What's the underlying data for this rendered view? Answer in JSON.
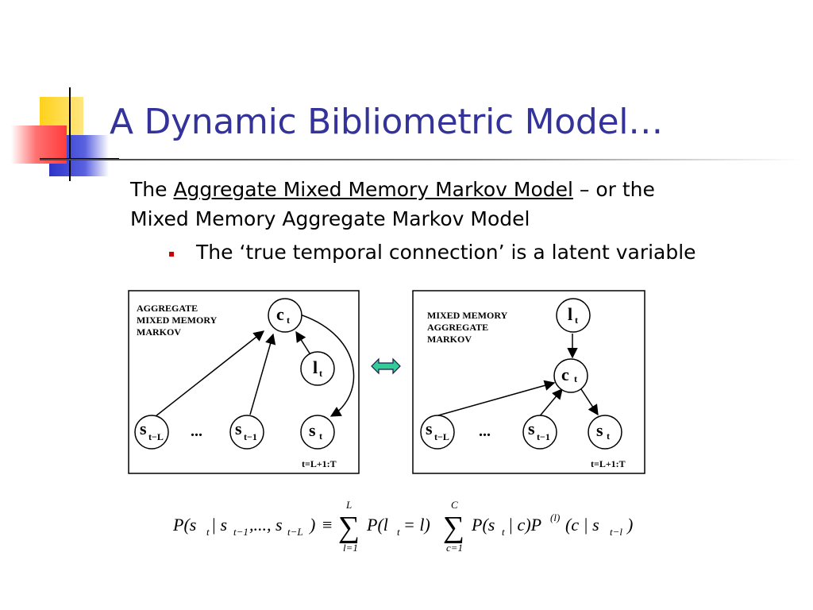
{
  "slide": {
    "title": "A Dynamic Bibliometric Model…",
    "intro_prefix": "The ",
    "intro_link": "Aggregate Mixed Memory Markov Model",
    "intro_suffix": " – or the",
    "intro_line2": "Mixed Memory Aggregate Markov Model",
    "bullet": "The ‘true temporal connection’ is a latent variable"
  },
  "left_diagram": {
    "label": [
      "AGGREGATE",
      "MIXED MEMORY",
      "MARKOV"
    ],
    "node_c": "c",
    "node_c_sub": "t",
    "node_l": "l",
    "node_l_sub": "t",
    "node_s1": "s",
    "node_s1_sub": "t−L",
    "node_s2": "s",
    "node_s2_sub": "t−1",
    "node_s3": "s",
    "node_s3_sub": "t",
    "ellipsis": "...",
    "range": "t=L+1:T"
  },
  "right_diagram": {
    "label": [
      "MIXED MEMORY",
      "AGGREGATE",
      "MARKOV"
    ],
    "node_l": "l",
    "node_l_sub": "t",
    "node_c": "c",
    "node_c_sub": "t",
    "node_s1": "s",
    "node_s1_sub": "t−L",
    "node_s2": "s",
    "node_s2_sub": "t−1",
    "node_s3": "s",
    "node_s3_sub": "t",
    "ellipsis": "...",
    "range": "t=L+1:T"
  },
  "formula": {
    "lhs": "P(s",
    "lhs_sub_t": "t",
    "lhs_mid": " | s",
    "lhs_sub_t1": "t−1",
    "lhs_dots": ",..., s",
    "lhs_sub_tL": "t−L",
    "lhs_close": ")",
    "equiv": "≡",
    "sum1_top": "L",
    "sum1_bottom": "l=1",
    "term1": "P(l",
    "term1_sub": "t",
    "term1_rest": " = l)",
    "sum2_top": "C",
    "sum2_bottom": "c=1",
    "term2": "P(s",
    "term2_sub": "t",
    "term2_rest": " | c)P",
    "term2_sup": "(l)",
    "term3": "(c | s",
    "term3_sub": "t−l",
    "term3_close": ")"
  },
  "colors": {
    "title": "#333399",
    "deco_yellow": "#ffd21a",
    "deco_blue": "#2b34c8",
    "deco_red": "#ff5050",
    "arrow_fill": "#33cc99",
    "bullet": "#cc0000"
  }
}
